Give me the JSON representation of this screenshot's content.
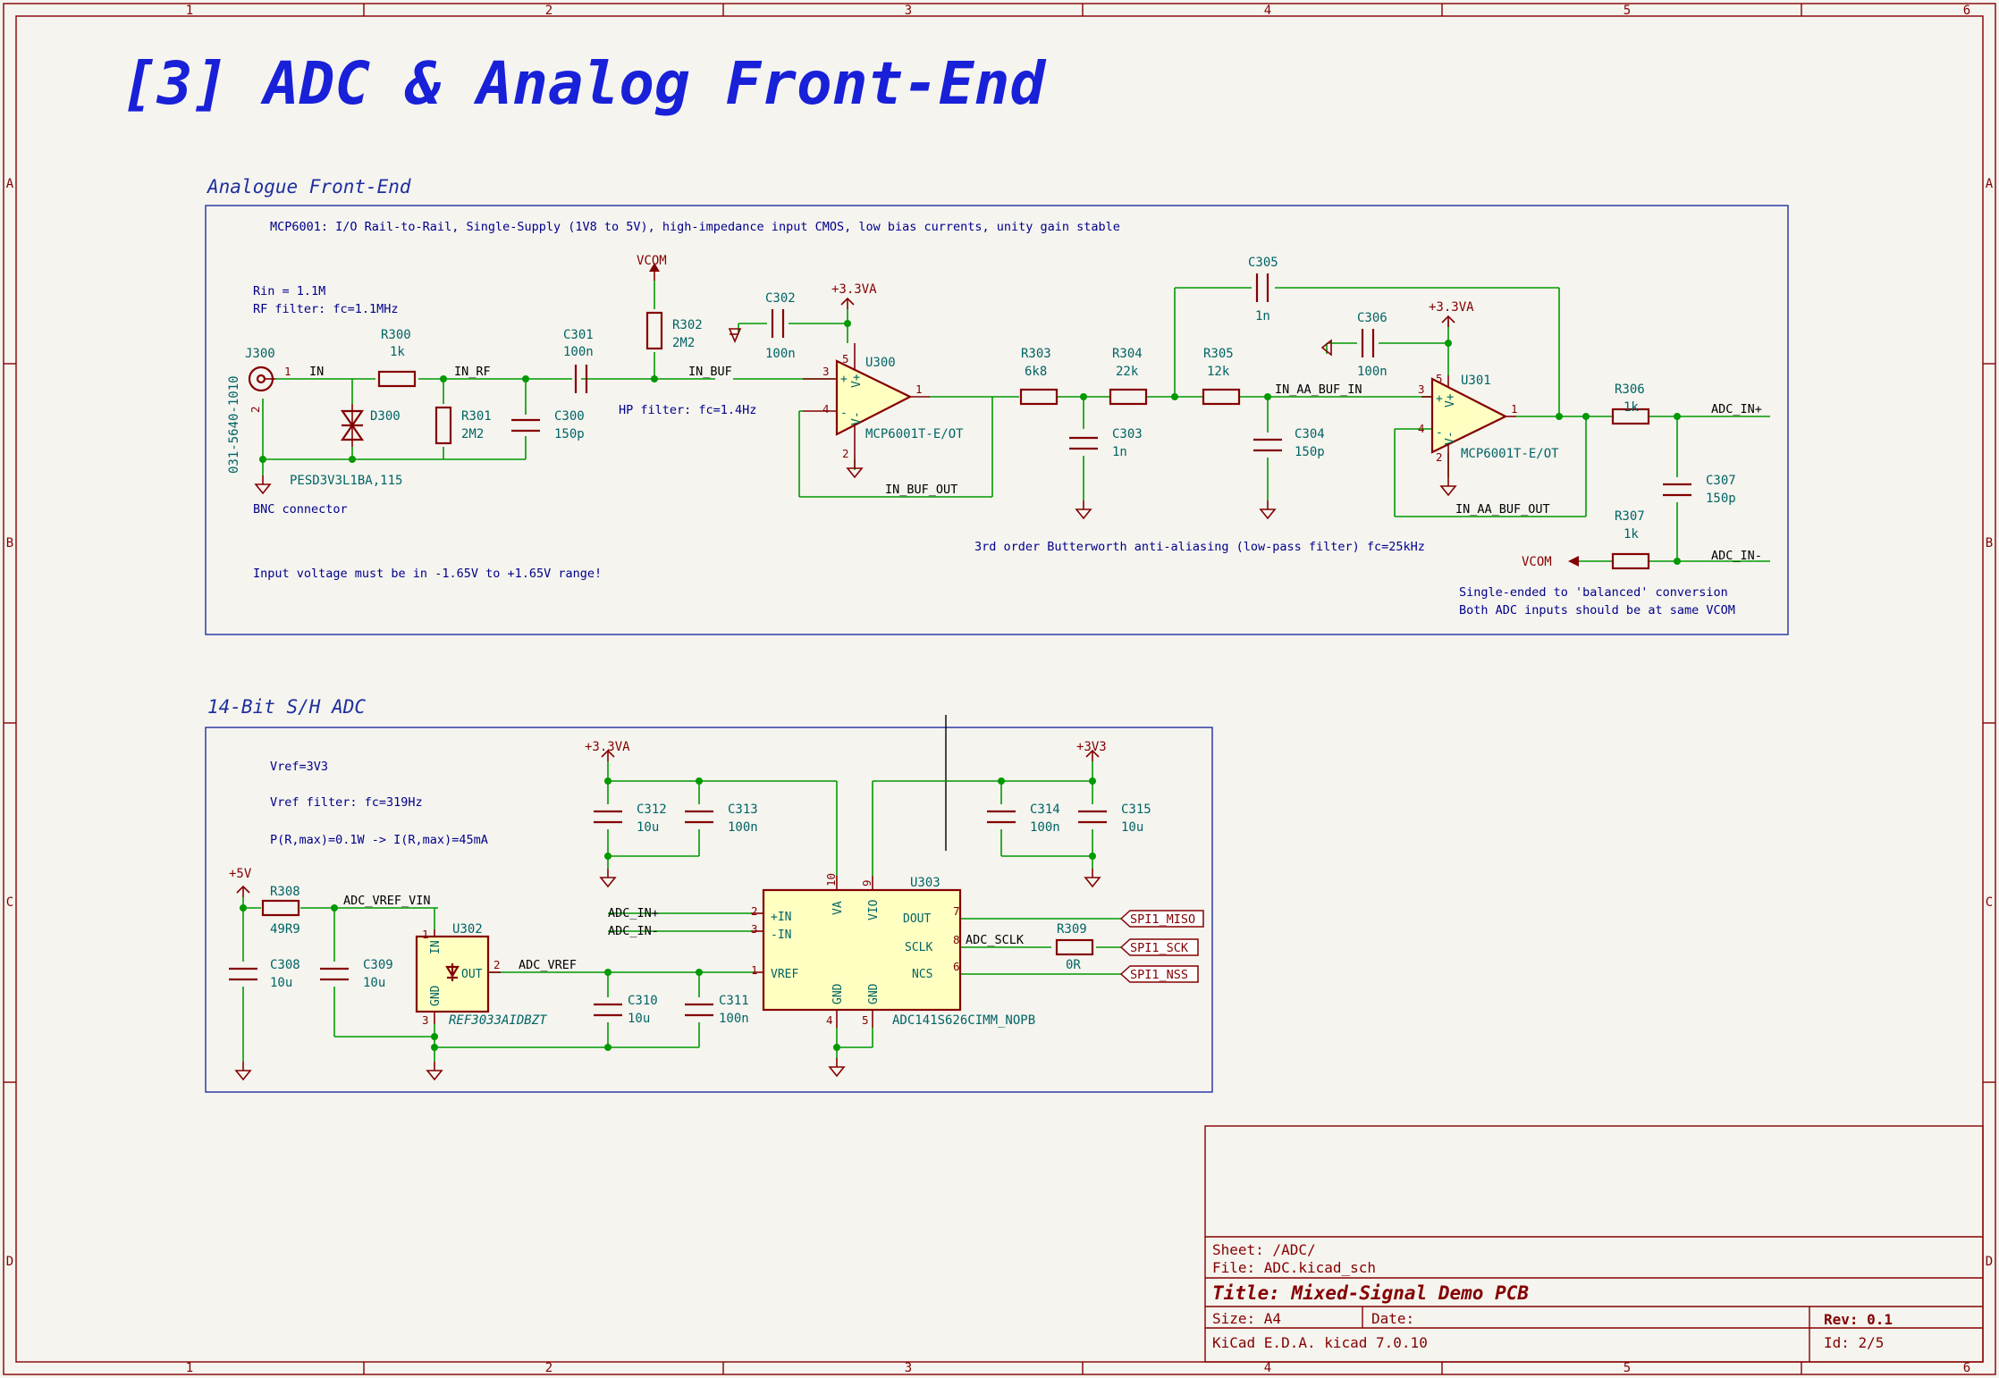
{
  "title": "[3] ADC & Analog Front-End",
  "frame": {
    "cols": [
      "1",
      "2",
      "3",
      "4",
      "5",
      "6"
    ],
    "rows": [
      "A",
      "B",
      "C",
      "D"
    ]
  },
  "afe": {
    "title": "Analogue Front-End",
    "note_mcp": "MCP6001: I/O Rail-to-Rail, Single-Supply (1V8 to 5V), high-impedance input CMOS, low bias currents, unity gain stable",
    "note_rin": "Rin = 1.1M",
    "note_rf": "RF filter: fc=1.1MHz",
    "note_bnc": "BNC connector",
    "note_range": "Input voltage must be in -1.65V to +1.65V range!",
    "note_hp": "HP filter: fc=1.4Hz",
    "note_aa": "3rd order Butterworth anti-aliasing (low-pass filter) fc=25kHz",
    "note_se1": "Single-ended to 'balanced' conversion",
    "note_se2": "Both ADC inputs should be at same VCOM",
    "j300": {
      "ref": "J300",
      "value": "031-5640-1010",
      "pin1": "1",
      "pin2": "2"
    },
    "r300": {
      "ref": "R300",
      "value": "1k"
    },
    "d300": {
      "ref": "D300",
      "value": "PESD3V3L1BA,115"
    },
    "r301": {
      "ref": "R301",
      "value": "2M2"
    },
    "c300": {
      "ref": "C300",
      "value": "150p"
    },
    "c301": {
      "ref": "C301",
      "value": "100n"
    },
    "r302": {
      "ref": "R302",
      "value": "2M2"
    },
    "c302": {
      "ref": "C302",
      "value": "100n"
    },
    "u300": {
      "ref": "U300",
      "value": "MCP6001T-E/OT",
      "p1": "1",
      "p2": "2",
      "p3": "3",
      "p4": "4",
      "p5": "5",
      "vplus": "V+",
      "vminus": "V-",
      "plus": "+",
      "minus": "-"
    },
    "r303": {
      "ref": "R303",
      "value": "6k8"
    },
    "c303": {
      "ref": "C303",
      "value": "1n"
    },
    "r304": {
      "ref": "R304",
      "value": "22k"
    },
    "r305": {
      "ref": "R305",
      "value": "12k"
    },
    "c304": {
      "ref": "C304",
      "value": "150p"
    },
    "c305": {
      "ref": "C305",
      "value": "1n"
    },
    "c306": {
      "ref": "C306",
      "value": "100n"
    },
    "u301": {
      "ref": "U301",
      "value": "MCP6001T-E/OT",
      "p1": "1",
      "p2": "2",
      "p3": "3",
      "p4": "4",
      "p5": "5",
      "vplus": "V+",
      "vminus": "V-",
      "plus": "+",
      "minus": "-"
    },
    "r306": {
      "ref": "R306",
      "value": "1k"
    },
    "r307": {
      "ref": "R307",
      "value": "1k"
    },
    "c307": {
      "ref": "C307",
      "value": "150p"
    },
    "nets": {
      "in": "IN",
      "in_rf": "IN_RF",
      "in_buf": "IN_BUF",
      "in_buf_out": "IN_BUF_OUT",
      "in_aa_buf_in": "IN_AA_BUF_IN",
      "in_aa_buf_out": "IN_AA_BUF_OUT",
      "adc_in_p": "ADC_IN+",
      "adc_in_n": "ADC_IN-"
    },
    "power": {
      "vcom_top": "VCOM",
      "vcom_out": "VCOM",
      "p33a_1": "+3.3VA",
      "p33a_2": "+3.3VA"
    }
  },
  "adc": {
    "title": "14-Bit S/H ADC",
    "note_vref": "Vref=3V3",
    "note_vfilt": "Vref filter: fc=319Hz",
    "note_pr": "P(R,max)=0.1W -> I(R,max)=45mA",
    "power": {
      "p5v": "+5V",
      "p33a": "+3.3VA",
      "p33": "+3V3"
    },
    "r308": {
      "ref": "R308",
      "value": "49R9"
    },
    "c308": {
      "ref": "C308",
      "value": "10u"
    },
    "c309": {
      "ref": "C309",
      "value": "10u"
    },
    "u302": {
      "ref": "U302",
      "value": "REF3033AIDBZT",
      "in": "IN",
      "out": "OUT",
      "gnd": "GND",
      "p1": "1",
      "p2": "2",
      "p3": "3"
    },
    "c310": {
      "ref": "C310",
      "value": "10u"
    },
    "c311": {
      "ref": "C311",
      "value": "100n"
    },
    "c312": {
      "ref": "C312",
      "value": "10u"
    },
    "c313": {
      "ref": "C313",
      "value": "100n"
    },
    "c314": {
      "ref": "C314",
      "value": "100n"
    },
    "c315": {
      "ref": "C315",
      "value": "10u"
    },
    "u303": {
      "ref": "U303",
      "value": "ADC141S626CIMM_NOPB",
      "pin_inp": "+IN",
      "pin_inn": "-IN",
      "pin_vref": "VREF",
      "pin_va": "VA",
      "pin_vio": "VIO",
      "pin_dout": "DOUT",
      "pin_sclk": "SCLK",
      "pin_ncs": "NCS",
      "pin_gnd1": "GND",
      "pin_gnd2": "GND",
      "n1": "1",
      "n2": "2",
      "n3": "3",
      "n4": "4",
      "n5": "5",
      "n6": "6",
      "n7": "7",
      "n8": "8",
      "n9": "9",
      "n10": "10"
    },
    "r309": {
      "ref": "R309",
      "value": "0R"
    },
    "nets": {
      "adc_vref_vin": "ADC_VREF_VIN",
      "adc_vref": "ADC_VREF",
      "adc_in_p": "ADC_IN+",
      "adc_in_n": "ADC_IN-",
      "adc_sclk": "ADC_SCLK"
    },
    "labels": {
      "miso": "SPI1_MISO",
      "sck": "SPI1_SCK",
      "nss": "SPI1_NSS"
    }
  },
  "titleblock": {
    "sheet": "Sheet: /ADC/",
    "file": "File: ADC.kicad_sch",
    "title": "Title: Mixed-Signal Demo PCB",
    "size": "Size: A4",
    "date": "Date:",
    "rev": "Rev: 0.1",
    "tool": "KiCad E.D.A.  kicad 7.0.10",
    "id": "Id: 2/5"
  }
}
